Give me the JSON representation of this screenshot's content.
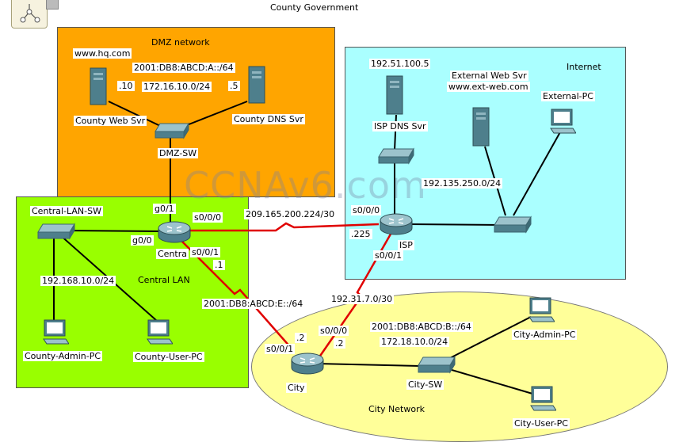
{
  "title": "County Government",
  "watermark": "CCNAv6.com",
  "regions": {
    "dmz": {
      "label": "DMZ network",
      "color": "#ffa500"
    },
    "internet": {
      "label": "Internet",
      "color": "#aaffff"
    },
    "central": {
      "label": "Central LAN",
      "color": "#99ff00"
    },
    "city": {
      "label": "City Network",
      "color": "#ffff99"
    }
  },
  "devices": {
    "county_web_svr": "County Web Svr",
    "county_dns_svr": "County DNS Svr",
    "dmz_sw": "DMZ-SW",
    "central_lan_sw": "Central-LAN-SW",
    "central_router": "Centra",
    "county_admin_pc": "County-Admin-PC",
    "county_user_pc": "County-User-PC",
    "isp_dns_svr": "ISP DNS Svr",
    "external_web_svr": "External Web Svr",
    "external_pc": "External-PC",
    "isp": "ISP",
    "city": "City",
    "city_sw": "City-SW",
    "city_admin_pc": "City-Admin-PC",
    "city_user_pc": "City-User-PC"
  },
  "labels": {
    "www_hq": "www.hq.com",
    "dmz_ipv6": "2001:DB8:ABCD:A::/64",
    "dmz_ipv4": "172.16.10.0/24",
    "web_host": ".10",
    "dns_host": ".5",
    "g0_1": "g0/1",
    "g0_0": "g0/0",
    "central_s000": "s0/0/0",
    "central_s001": "s0/0/1",
    "central_lan_net": "192.168.10.0/24",
    "wan1_net": "209.165.200.224/30",
    "isp_s000": "s0/0/0",
    "isp_host": ".225",
    "isp_s001": "s0/0/1",
    "isp_dns_ip": "192.51.100.5",
    "ext_web_url": "www.ext-web.com",
    "internet_net": "192.135.250.0/24",
    "central_host_1": ".1",
    "wan2_net": "2001:DB8:ABCD:E::/64",
    "wan3_net": "192.31.7.0/30",
    "city_host_2a": ".2",
    "city_s001": "s0/0/1",
    "city_s000": "s0/0/0",
    "city_host_2b": ".2",
    "city_ipv6": "2001:DB8:ABCD:B::/64",
    "city_ipv4": "172.18.10.0/24"
  }
}
